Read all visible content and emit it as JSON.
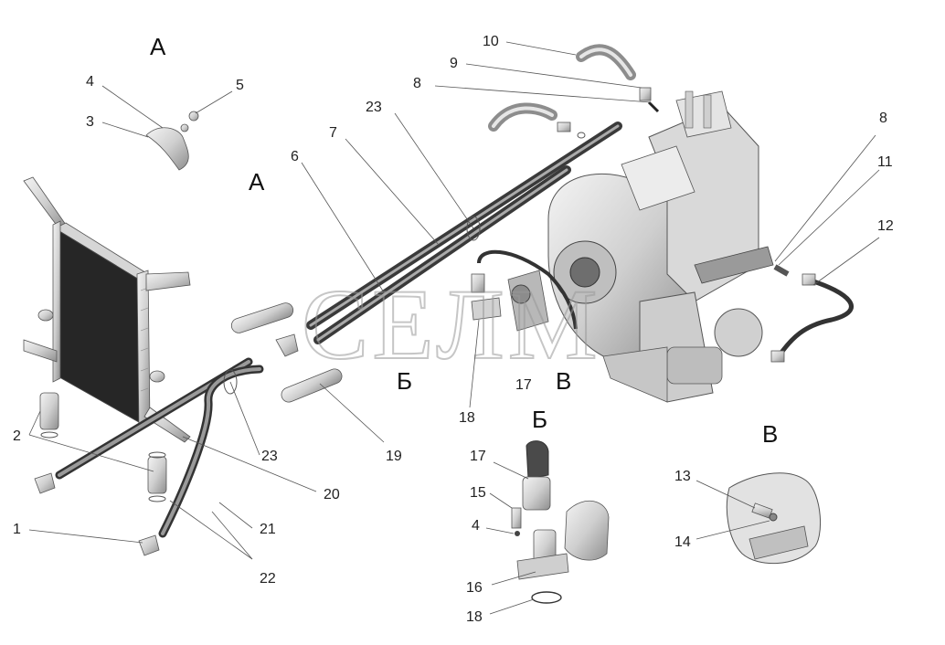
{
  "watermark": "СЕЛМ",
  "view_letters": [
    {
      "id": "A-top",
      "text": "А"
    },
    {
      "id": "A-mid",
      "text": "А"
    },
    {
      "id": "B-mid",
      "text": "Б"
    },
    {
      "id": "V-mid",
      "text": "В"
    },
    {
      "id": "B-low",
      "text": "Б"
    },
    {
      "id": "V-low",
      "text": "В"
    }
  ],
  "callouts": [
    {
      "id": "c10",
      "text": "10"
    },
    {
      "id": "c9",
      "text": "9"
    },
    {
      "id": "c8a",
      "text": "8"
    },
    {
      "id": "c23a",
      "text": "23"
    },
    {
      "id": "c7",
      "text": "7"
    },
    {
      "id": "c6",
      "text": "6"
    },
    {
      "id": "c4a",
      "text": "4"
    },
    {
      "id": "c5",
      "text": "5"
    },
    {
      "id": "c3",
      "text": "3"
    },
    {
      "id": "c8b",
      "text": "8"
    },
    {
      "id": "c11",
      "text": "11"
    },
    {
      "id": "c12",
      "text": "12"
    },
    {
      "id": "c2",
      "text": "2"
    },
    {
      "id": "c1",
      "text": "1"
    },
    {
      "id": "c23b",
      "text": "23"
    },
    {
      "id": "c20",
      "text": "20"
    },
    {
      "id": "c21",
      "text": "21"
    },
    {
      "id": "c22",
      "text": "22"
    },
    {
      "id": "c19",
      "text": "19"
    },
    {
      "id": "c18a",
      "text": "18"
    },
    {
      "id": "c17a",
      "text": "17"
    },
    {
      "id": "c17b",
      "text": "17"
    },
    {
      "id": "c15",
      "text": "15"
    },
    {
      "id": "c4b",
      "text": "4"
    },
    {
      "id": "c16",
      "text": "16"
    },
    {
      "id": "c18b",
      "text": "18"
    },
    {
      "id": "c13",
      "text": "13"
    },
    {
      "id": "c14",
      "text": "14"
    }
  ]
}
